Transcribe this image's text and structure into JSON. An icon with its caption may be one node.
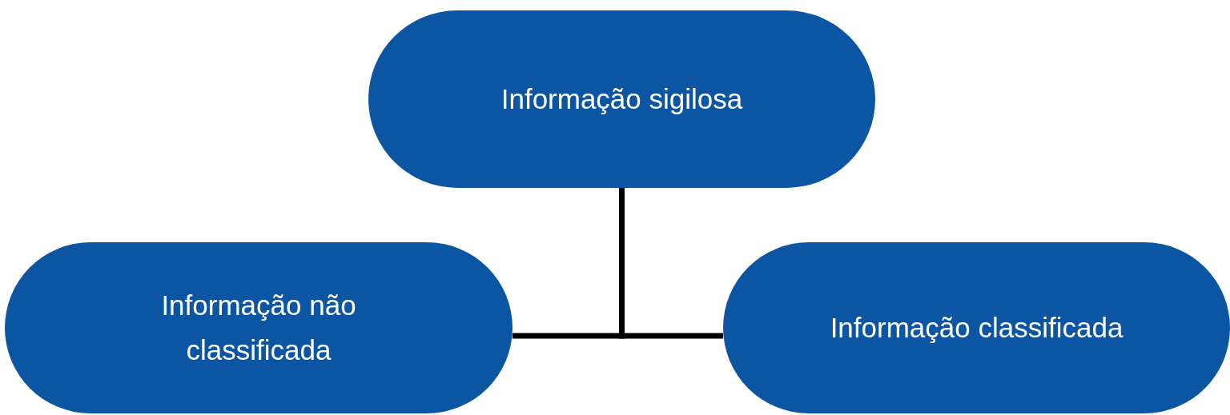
{
  "diagram": {
    "nodes": [
      {
        "text": [
          "Informação sigilosa"
        ]
      },
      {
        "text": [
          "Informação não classificada"
        ]
      },
      {
        "text": [
          "Informação classificada"
        ]
      }
    ],
    "edges": [
      {
        "from": 0,
        "to": 1,
        "arrow": "none"
      },
      {
        "from": 0,
        "to": 2,
        "arrow": "none"
      }
    ]
  }
}
